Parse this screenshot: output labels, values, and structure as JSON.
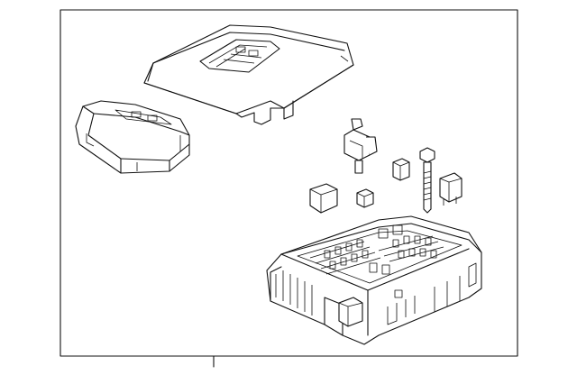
{
  "diagram": {
    "parts": [
      {
        "name": "fuse-block-cover"
      },
      {
        "name": "side-cover"
      },
      {
        "name": "connector-terminal"
      },
      {
        "name": "small-fuse"
      },
      {
        "name": "mounting-bolt"
      },
      {
        "name": "relay-large"
      },
      {
        "name": "relay-small"
      },
      {
        "name": "relay-mini"
      },
      {
        "name": "fuse-block-base"
      }
    ],
    "colors": {
      "line": "#111111",
      "background": "#ffffff",
      "frame": "#111111"
    }
  }
}
